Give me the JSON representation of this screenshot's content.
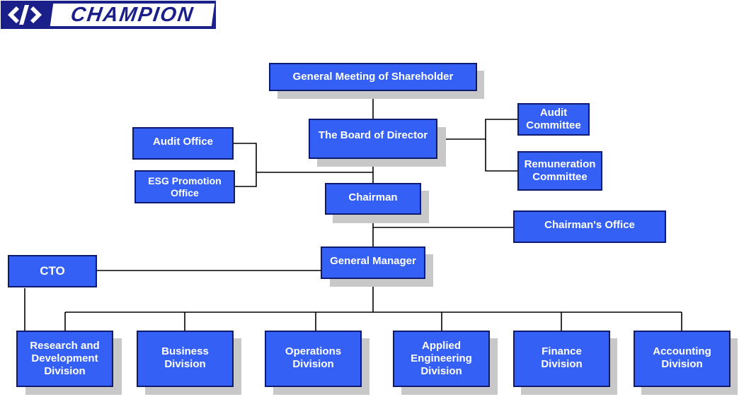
{
  "logo": {
    "brand": "CHAMPION",
    "icon": "champion-brackets-logo-icon"
  },
  "colors": {
    "box_fill": "#3560f5",
    "box_border": "#0d1a6e",
    "shadow": "#c8c8c8",
    "line": "#000000",
    "logo_blue": "#1a1f8a"
  },
  "nodes": {
    "shareholders": "General Meeting of Shareholder",
    "board": "The Board of Director",
    "audit_committee": "Audit\nCommittee",
    "remuneration_committee": "Remuneration\nCommittee",
    "audit_office": "Audit Office",
    "esg_office": "ESG Promotion\nOffice",
    "chairman": "Chairman",
    "chairmans_office": "Chairman's Office",
    "general_manager": "General Manager",
    "cto": "CTO",
    "rd_division": "Research and\nDevelopment\nDivision",
    "business_division": "Business\nDivision",
    "operations_division": "Operations\nDivision",
    "applied_engineering_division": "Applied\nEngineering\nDivision",
    "finance_division": "Finance\nDivision",
    "accounting_division": "Accounting\nDivision"
  }
}
